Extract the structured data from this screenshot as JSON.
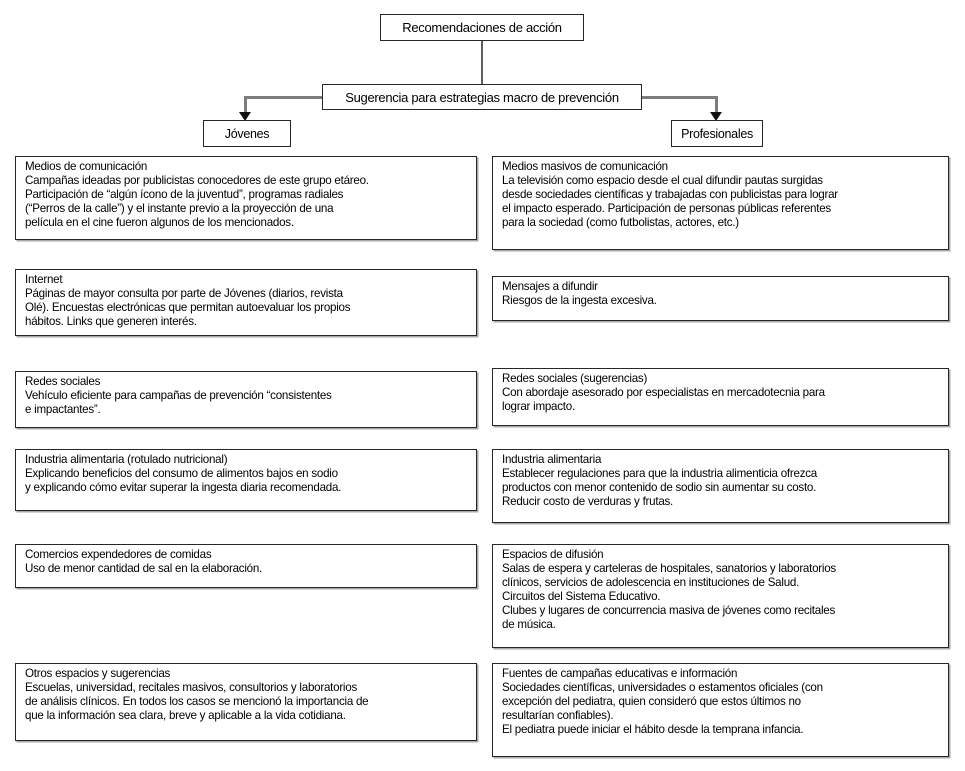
{
  "root": {
    "label": "Recomendaciones de acción"
  },
  "strategy": {
    "label": "Sugerencia para estrategias macro de prevención"
  },
  "branches": {
    "left": {
      "label": "Jóvenes"
    },
    "right": {
      "label": "Profesionales"
    }
  },
  "colors": {
    "background": "#ffffff",
    "box_border": "#262626",
    "connector": "#7d7d7d",
    "text": "#000000"
  },
  "left_boxes": [
    {
      "title": "Medios de comunicación",
      "body": "Campañas ideadas por publicistas conocedores de este grupo etáreo.\nParticipación de “algún ícono de la juventud”, programas radiales\n(“Perros de la calle”) y el instante previo a la proyección de una\npelícula en el cine fueron algunos de los mencionados."
    },
    {
      "title": "Internet",
      "body": "Páginas de mayor consulta por parte de Jóvenes (diarios, revista\nOlé). Encuestas electrónicas que permitan autoevaluar los propios\nhábitos. Links que generen interés."
    },
    {
      "title": "Redes sociales",
      "body": "Vehículo eficiente para campañas de prevención “consistentes\ne impactantes”."
    },
    {
      "title": "Industria alimentaria (rotulado nutricional)",
      "body": "Explicando beneficios del consumo de alimentos bajos en sodio\ny explicando cómo evitar superar la ingesta diaria recomendada."
    },
    {
      "title": "Comercios expendedores de comidas",
      "body": "Uso de menor cantidad de sal en la elaboración."
    },
    {
      "title": "Otros espacios y sugerencias",
      "body": "Escuelas, universidad, recitales masivos, consultorios y laboratorios\nde análisis clínicos. En todos los casos se mencionó la importancia de\nque la información sea clara, breve y aplicable a la vida cotidiana."
    }
  ],
  "right_boxes": [
    {
      "title": "Medios masivos de comunicación",
      "body": "La televisión como espacio desde el cual difundir pautas surgidas\ndesde sociedades científicas y trabajadas con publicistas para lograr\nel impacto esperado. Participación de personas públicas referentes\npara la sociedad (como futbolistas, actores, etc.)"
    },
    {
      "title": "Mensajes a difundir",
      "body": "Riesgos de la ingesta excesiva."
    },
    {
      "title": "Redes sociales (sugerencias)",
      "body": "Con abordaje asesorado por especialistas en mercadotecnia para\nlograr impacto."
    },
    {
      "title": "Industria alimentaria",
      "body": "Establecer regulaciones para que la industria alimenticia ofrezca\nproductos con menor contenido de sodio sin aumentar su costo.\nReducir costo de verduras y frutas."
    },
    {
      "title": "Espacios de difusión",
      "body": "Salas de espera y carteleras de hospitales, sanatorios y laboratorios\nclínicos, servicios de adolescencia en instituciones de Salud.\nCircuitos del Sistema Educativo.\nClubes y lugares de concurrencia masiva de jóvenes como recitales\nde música."
    },
    {
      "title": "Fuentes de campañas educativas e información",
      "body": "Sociedades científicas, universidades o estamentos oficiales (con\nexcepción del pediatra, quien consideró que estos últimos no\nresultarían confiables).\nEl pediatra puede iniciar el hábito desde la temprana infancia."
    }
  ]
}
